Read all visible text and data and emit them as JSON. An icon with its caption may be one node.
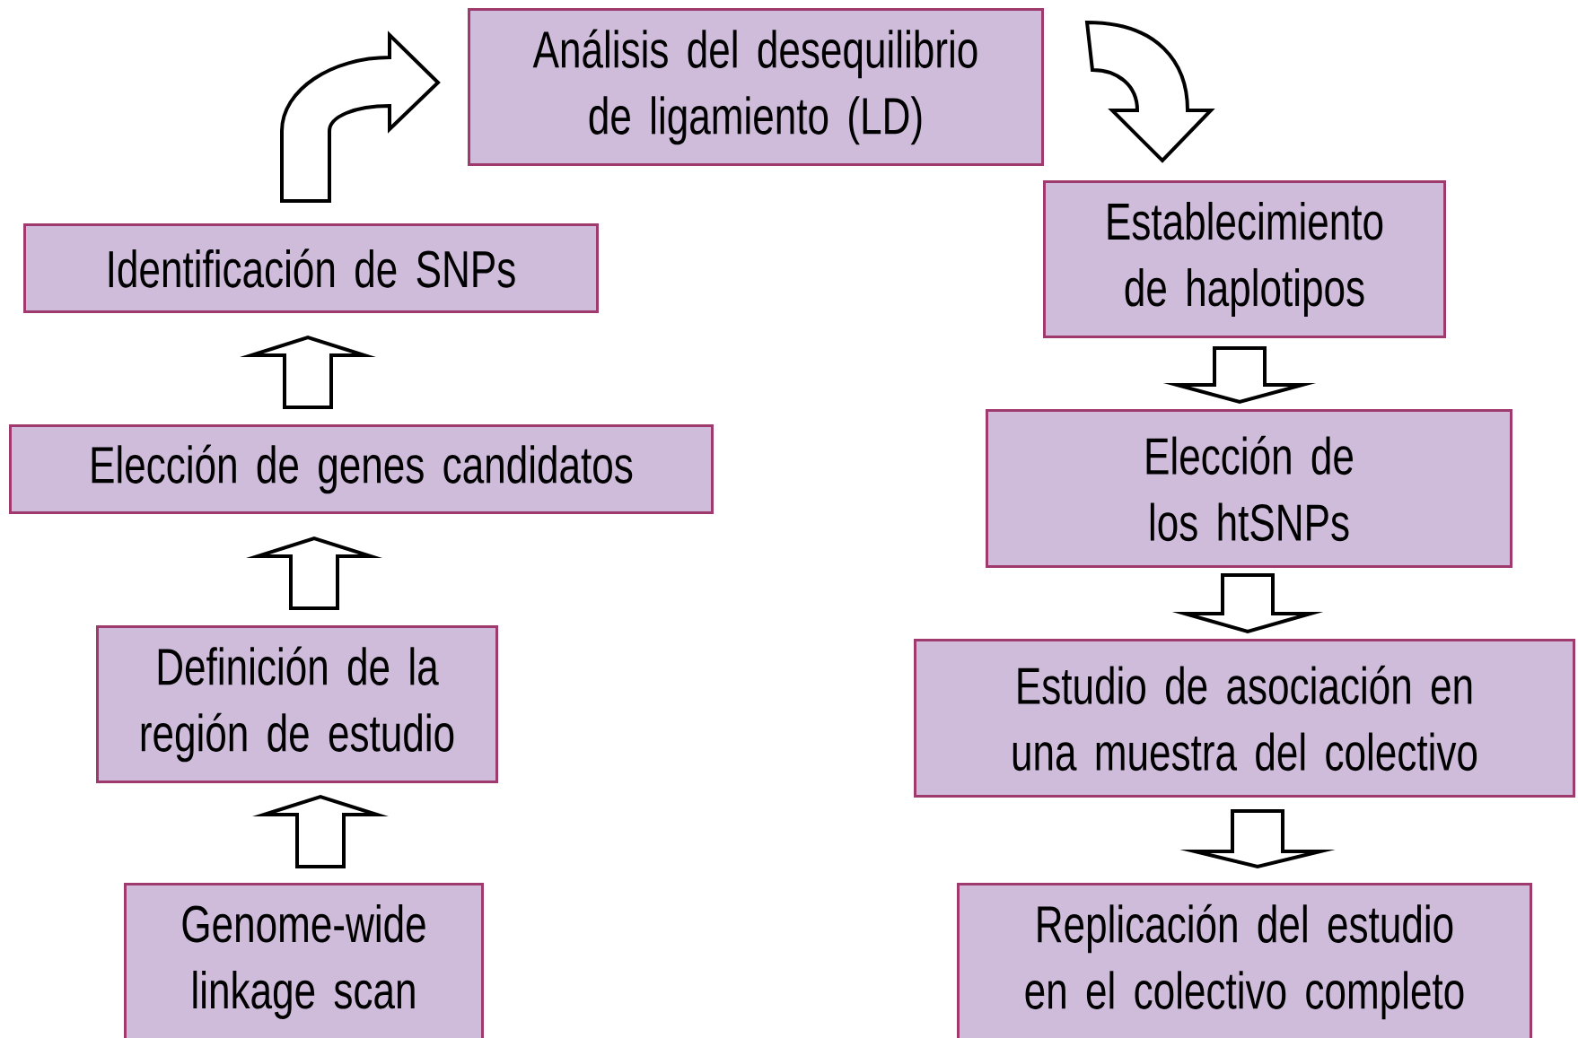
{
  "diagram": {
    "nodes": [
      {
        "text": [
          "Genome-wide linkage scan"
        ]
      },
      {
        "text": [
          "Definición de la región de estudio"
        ]
      },
      {
        "text": [
          "Elección de genes candidatos"
        ]
      },
      {
        "text": [
          "Identificación de SNPs"
        ]
      },
      {
        "text": [
          "Análisis del desequilibrio de ligamiento (LD)"
        ]
      },
      {
        "text": [
          "Establecimiento de haplotipos"
        ]
      },
      {
        "text": [
          "Elección de los htSNPs"
        ]
      },
      {
        "text": [
          "Estudio de asociación en una muestra del colectivo"
        ]
      },
      {
        "text": [
          "Replicación del estudio en el colectivo completo"
        ]
      }
    ],
    "edges": [
      {
        "from": 0,
        "to": 1,
        "arrow": "to"
      },
      {
        "from": 1,
        "to": 2,
        "arrow": "to"
      },
      {
        "from": 2,
        "to": 3,
        "arrow": "to"
      },
      {
        "from": 3,
        "to": 4,
        "arrow": "to"
      },
      {
        "from": 4,
        "to": 5,
        "arrow": "to"
      },
      {
        "from": 5,
        "to": 6,
        "arrow": "to"
      },
      {
        "from": 6,
        "to": 7,
        "arrow": "to"
      },
      {
        "from": 7,
        "to": 8,
        "arrow": "to"
      }
    ]
  }
}
